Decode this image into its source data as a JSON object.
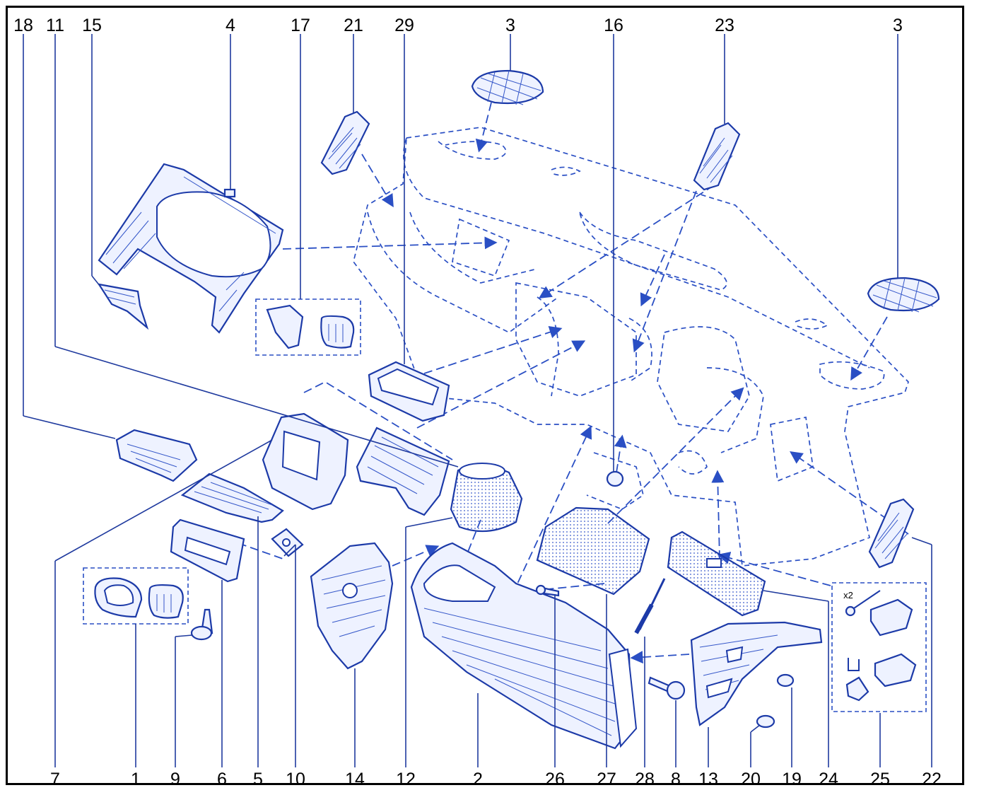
{
  "diagram": {
    "top_labels": [
      "18",
      "11",
      "15",
      "4",
      "17",
      "21",
      "29",
      "3",
      "16",
      "23",
      "3"
    ],
    "bottom_labels": [
      "7",
      "1",
      "9",
      "6",
      "5",
      "10",
      "14",
      "12",
      "2",
      "26",
      "27",
      "28",
      "8",
      "13",
      "20",
      "19",
      "24",
      "25",
      "22"
    ],
    "annotations": {
      "qty": "x2"
    },
    "colors": {
      "line": "#1c3aa8",
      "dashed": "#2a4fc4",
      "fill": "#eef2ff",
      "frame": "#000000"
    }
  }
}
